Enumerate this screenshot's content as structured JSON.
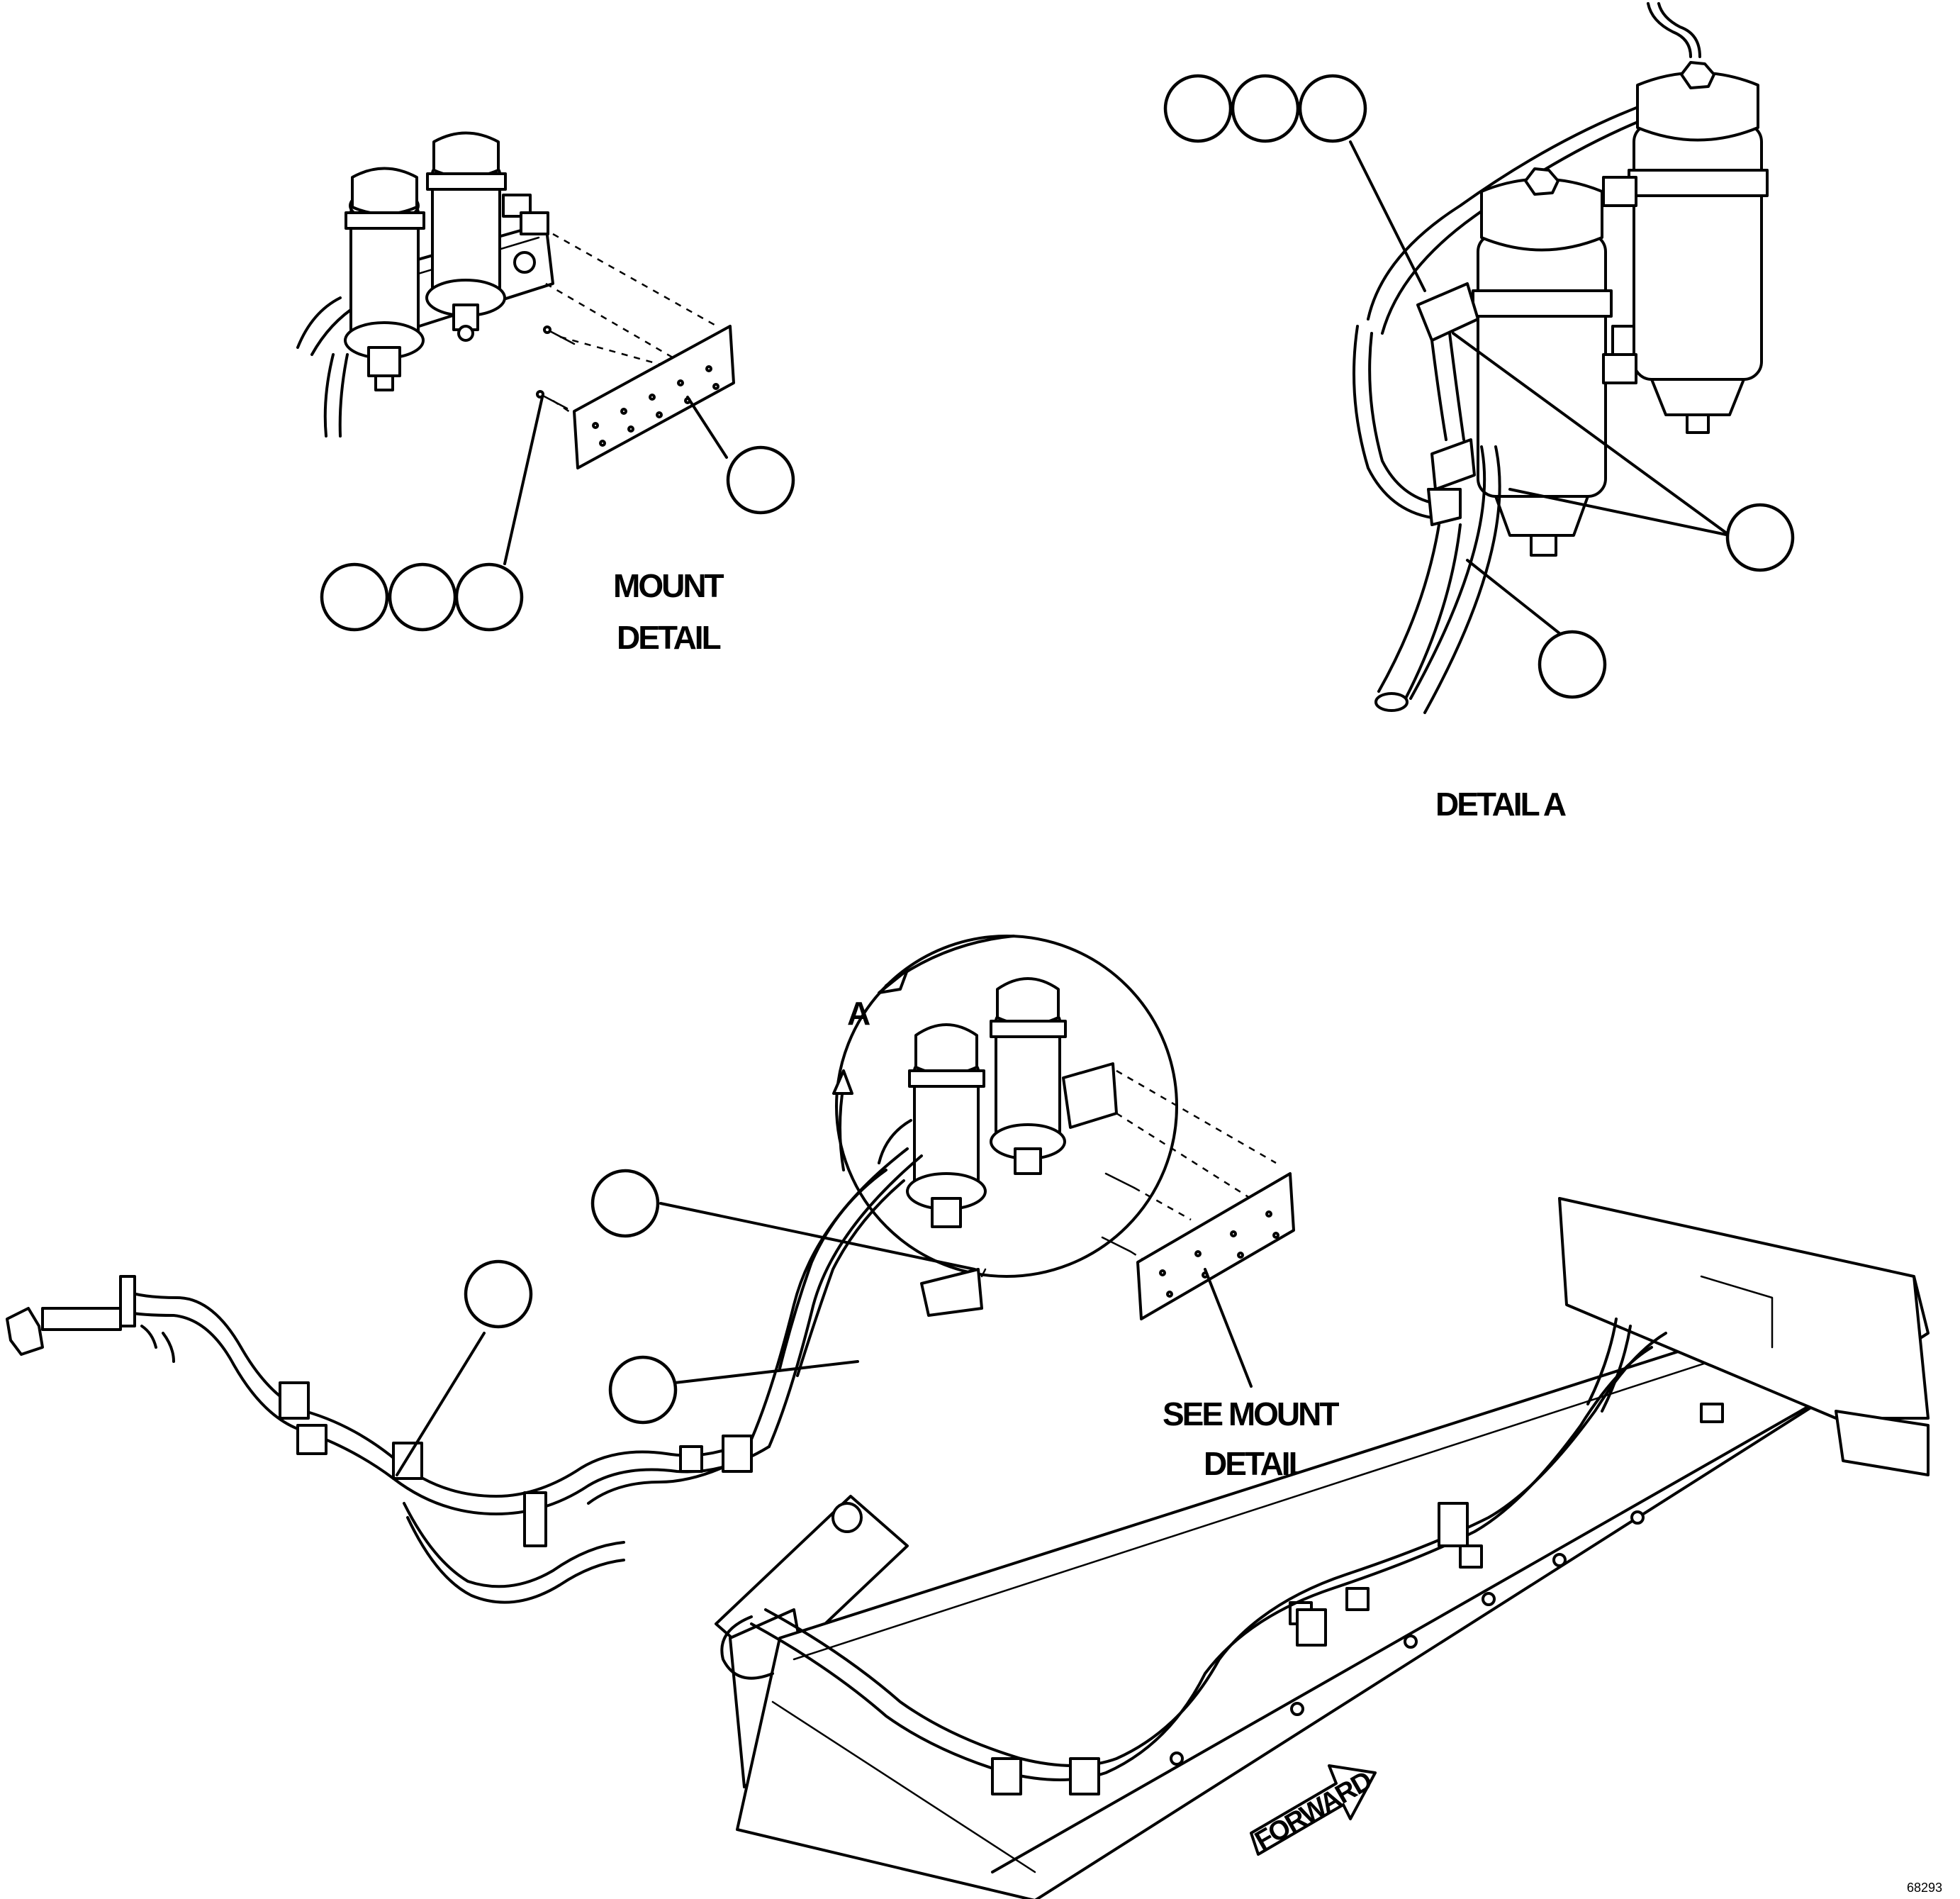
{
  "labels": {
    "mount_detail_line1": "MOUNT",
    "mount_detail_line2": "DETAIL",
    "detail_a": "DETAIL A",
    "view_marker": "A",
    "see_mount_line1": "SEE MOUNT",
    "see_mount_line2": "DETAIL",
    "forward": "FORWARD",
    "figure_number": "68293"
  },
  "colors": {
    "ink": "#000000",
    "paper": "#ffffff"
  }
}
